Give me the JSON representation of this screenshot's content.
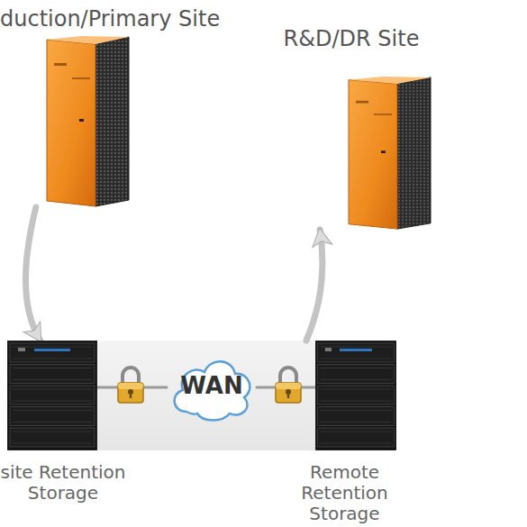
{
  "diagram": {
    "nodes": [
      {
        "text": [
          "duction/Primary Site"
        ]
      },
      {
        "text": [
          "R&D/DR Site"
        ]
      },
      {
        "text": [
          "site Retention Storage"
        ]
      },
      {
        "text": [
          "WAN"
        ]
      },
      {
        "text": [
          "Remote Retention Storage"
        ]
      }
    ],
    "edges": [
      {
        "from": 0,
        "to": 2,
        "arrow": "to"
      },
      {
        "from": 4,
        "to": 1,
        "arrow": "to"
      },
      {
        "from": 2,
        "to": 3,
        "arrow": "none"
      },
      {
        "from": 3,
        "to": 4,
        "arrow": "none"
      }
    ]
  }
}
